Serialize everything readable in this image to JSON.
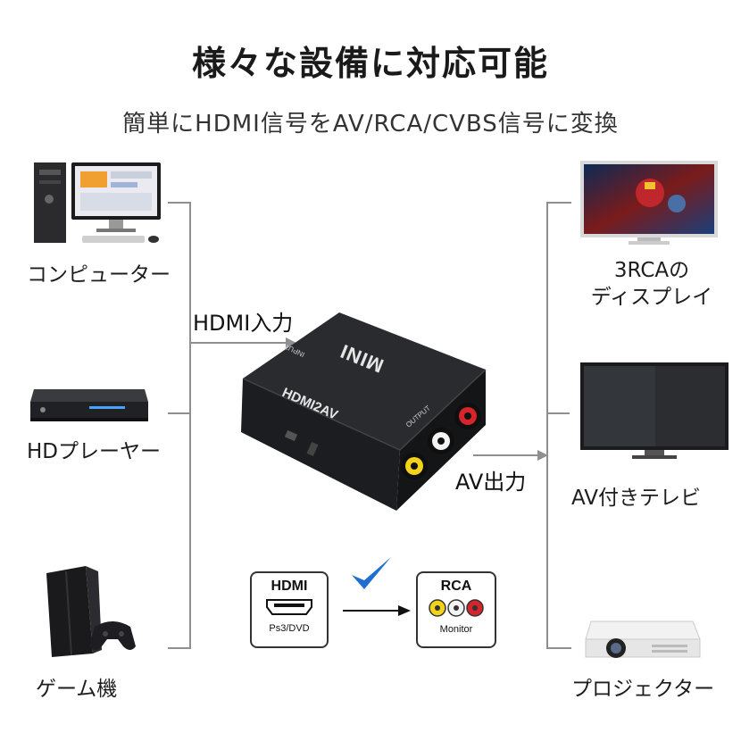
{
  "header": {
    "title": "様々な設備に対応可能",
    "subtitle": "簡単にHDMI信号をAV/RCA/CVBS信号に変換"
  },
  "sources": [
    {
      "label": "コンピューター",
      "icon": "computer-icon"
    },
    {
      "label": "HDプレーヤー",
      "icon": "hd-player-icon"
    },
    {
      "label": "ゲーム機",
      "icon": "game-console-icon"
    }
  ],
  "outputs": [
    {
      "label_line1": "3RCAの",
      "label_line2": "ディスプレイ",
      "icon": "monitor-icon"
    },
    {
      "label": "AV付きテレビ",
      "icon": "tv-icon"
    },
    {
      "label": "プロジェクター",
      "icon": "projector-icon"
    }
  ],
  "flow": {
    "input_label": "HDMI入力",
    "output_label": "AV出力"
  },
  "device": {
    "top_text": "MINI",
    "side_text": "HDMI2AV",
    "input_text": "INPUT",
    "output_text": "OUTPUT"
  },
  "badges": {
    "hdmi_title": "HDMI",
    "hdmi_sub": "Ps3/DVD",
    "rca_title": "RCA",
    "rca_sub": "Monitor"
  },
  "colors": {
    "bracket": "#8f8f8f",
    "check": "#1f6fd1",
    "rca_yellow": "#f2d21a",
    "rca_white": "#f4f4f4",
    "rca_red": "#d6242b"
  }
}
